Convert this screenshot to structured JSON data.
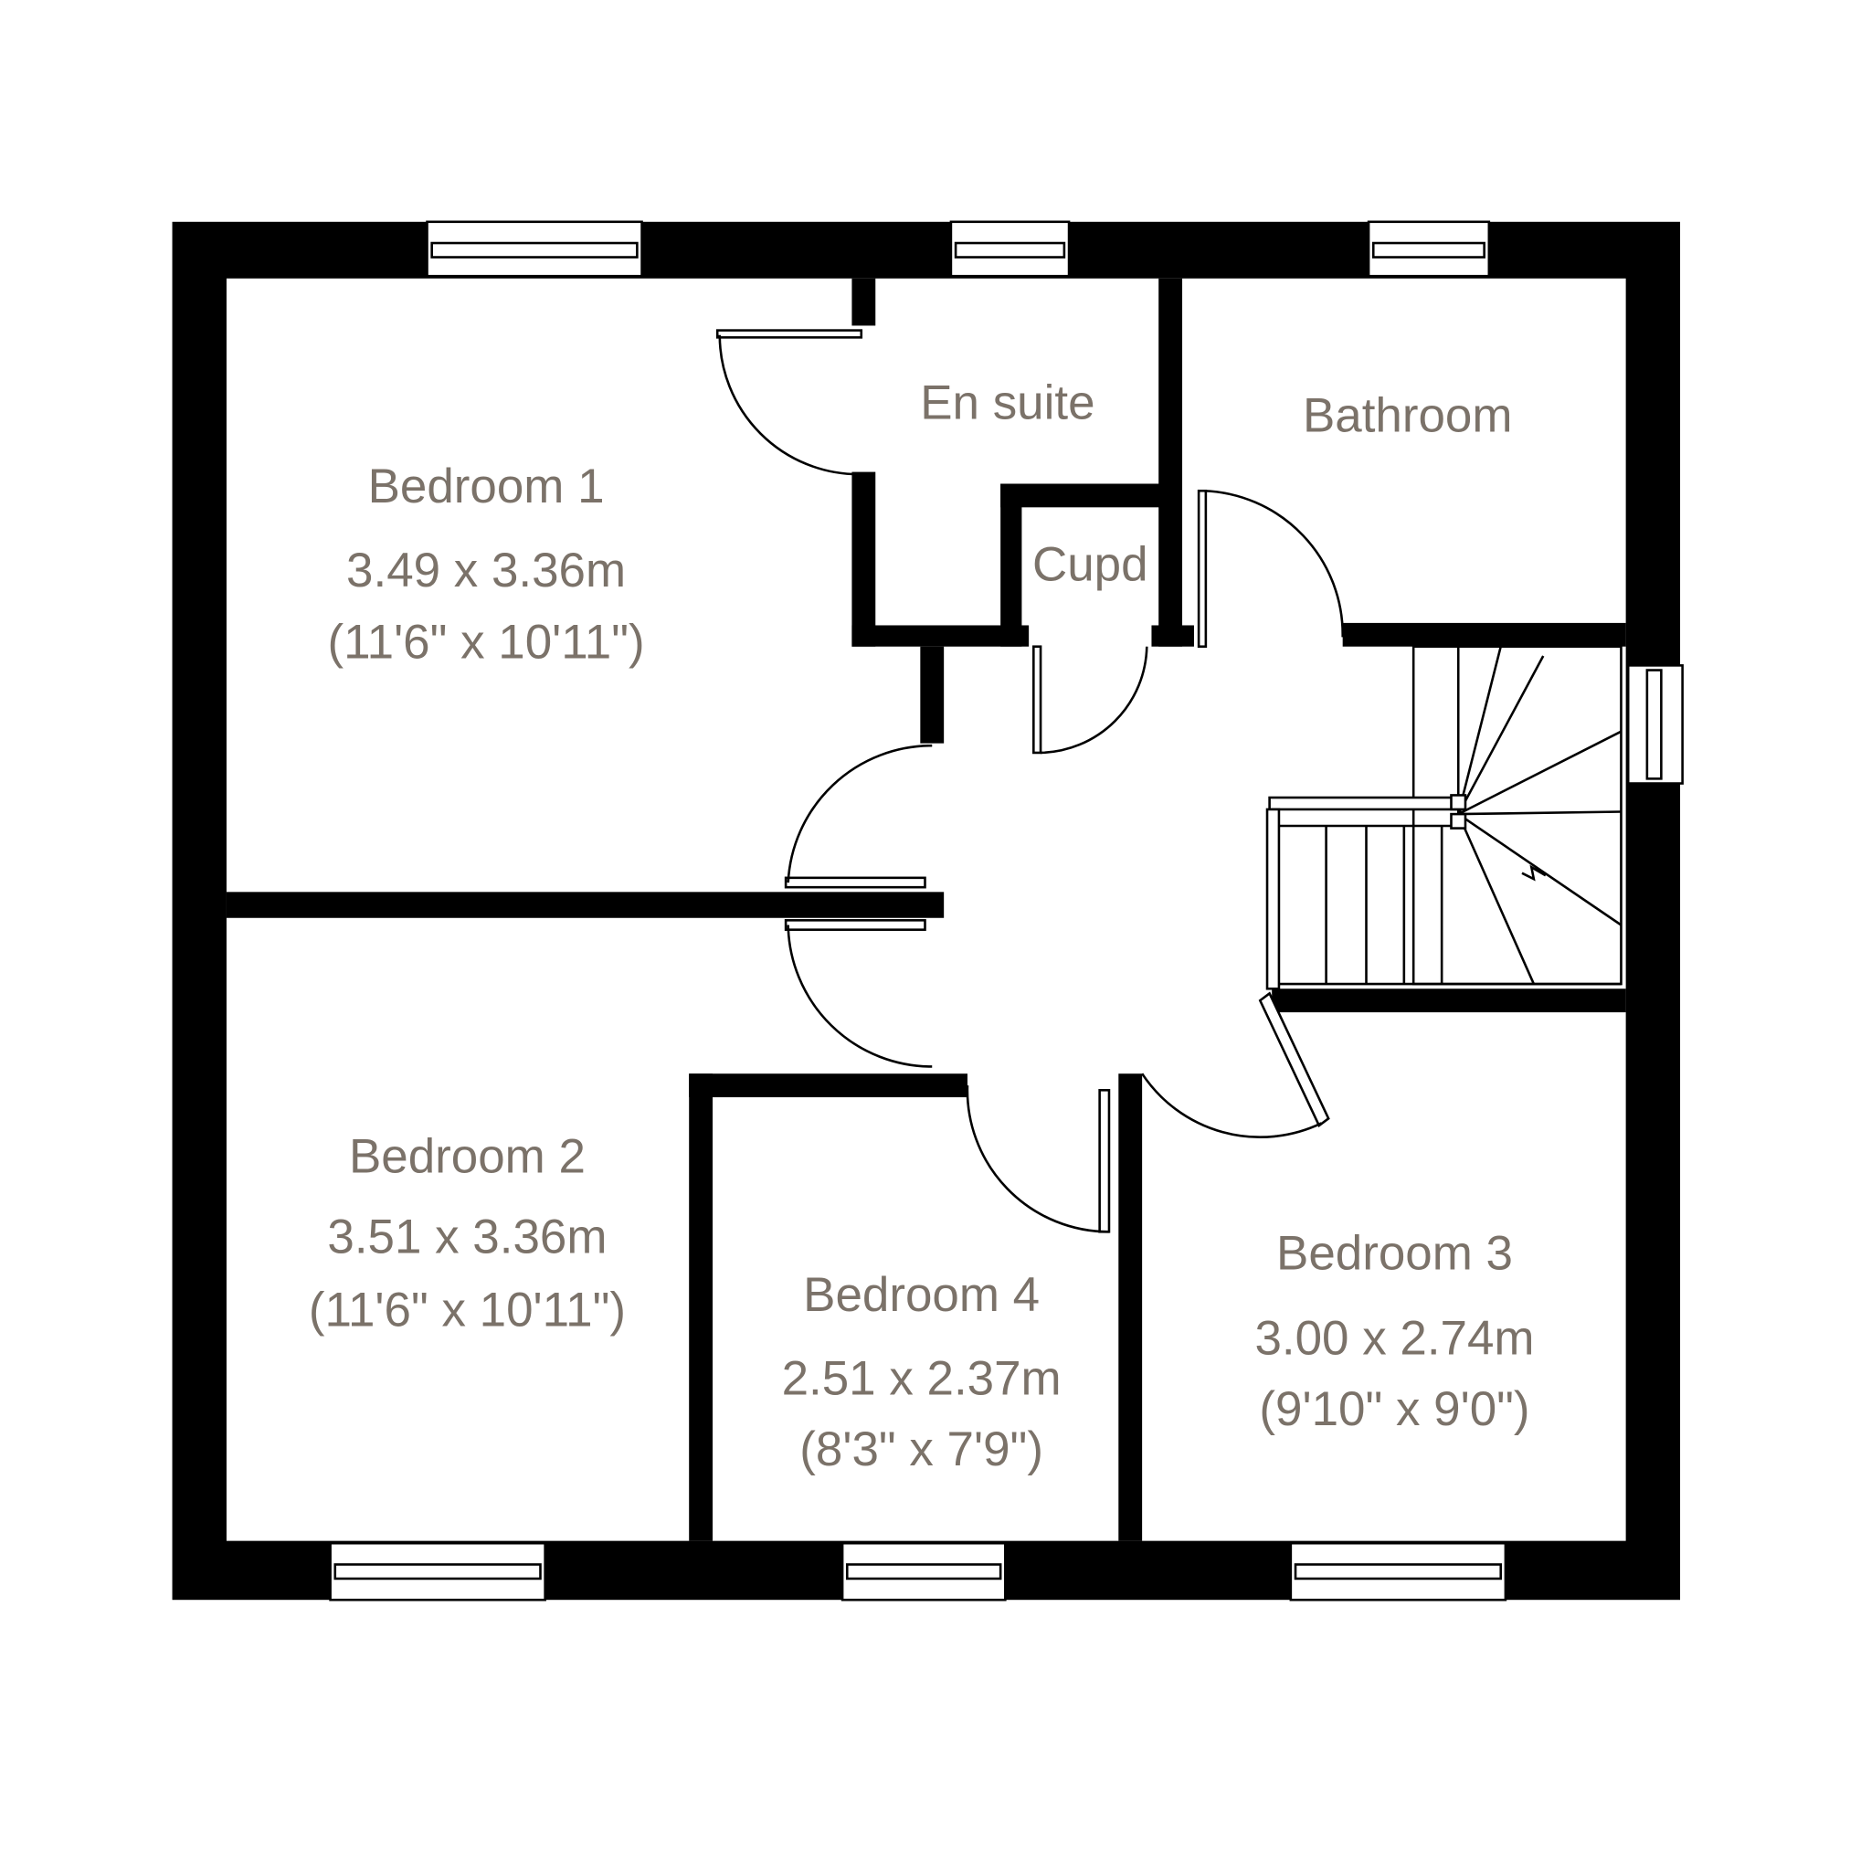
{
  "rooms": {
    "bedroom1": {
      "name": "Bedroom 1",
      "metric": "3.49 x 3.36m",
      "imperial": "(11'6\" x 10'11\")"
    },
    "bedroom2": {
      "name": "Bedroom 2",
      "metric": "3.51 x 3.36m",
      "imperial": "(11'6\" x 10'11\")"
    },
    "bedroom3": {
      "name": "Bedroom 3",
      "metric": "3.00 x 2.74m",
      "imperial": "(9'10\" x 9'0\")"
    },
    "bedroom4": {
      "name": "Bedroom 4",
      "metric": "2.51 x 2.37m",
      "imperial": "(8'3\" x 7'9\")"
    },
    "ensuite": {
      "name": "En suite"
    },
    "bathroom": {
      "name": "Bathroom"
    },
    "cupboard": {
      "name": "Cupd"
    }
  },
  "colors": {
    "wall": "#000000",
    "label": "#7b7269"
  }
}
